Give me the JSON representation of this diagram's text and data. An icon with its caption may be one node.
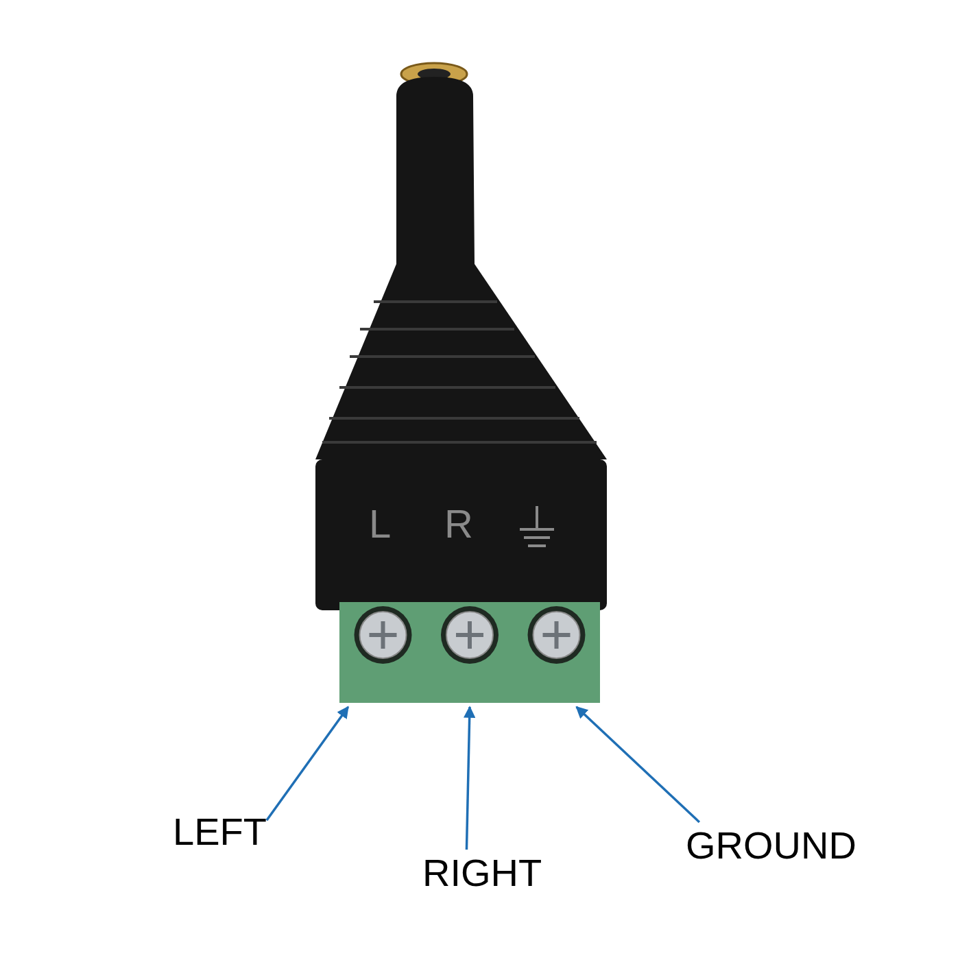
{
  "diagram": {
    "nodes": [
      {
        "text": [],
        "shape": "picture"
      },
      {
        "text": [],
        "shape": "picture"
      },
      {
        "text": [],
        "shape": "picture"
      },
      {
        "text": [
          "LEFT"
        ]
      },
      {
        "text": [
          "RIGHT"
        ]
      },
      {
        "text": [
          "GROUND"
        ]
      }
    ],
    "edges": [
      {
        "from": 3,
        "to": 0,
        "arrow": "to"
      },
      {
        "from": 4,
        "to": 1,
        "arrow": "to"
      },
      {
        "from": 5,
        "to": 2,
        "arrow": "to"
      }
    ],
    "labels": [
      "L",
      "R"
    ]
  }
}
